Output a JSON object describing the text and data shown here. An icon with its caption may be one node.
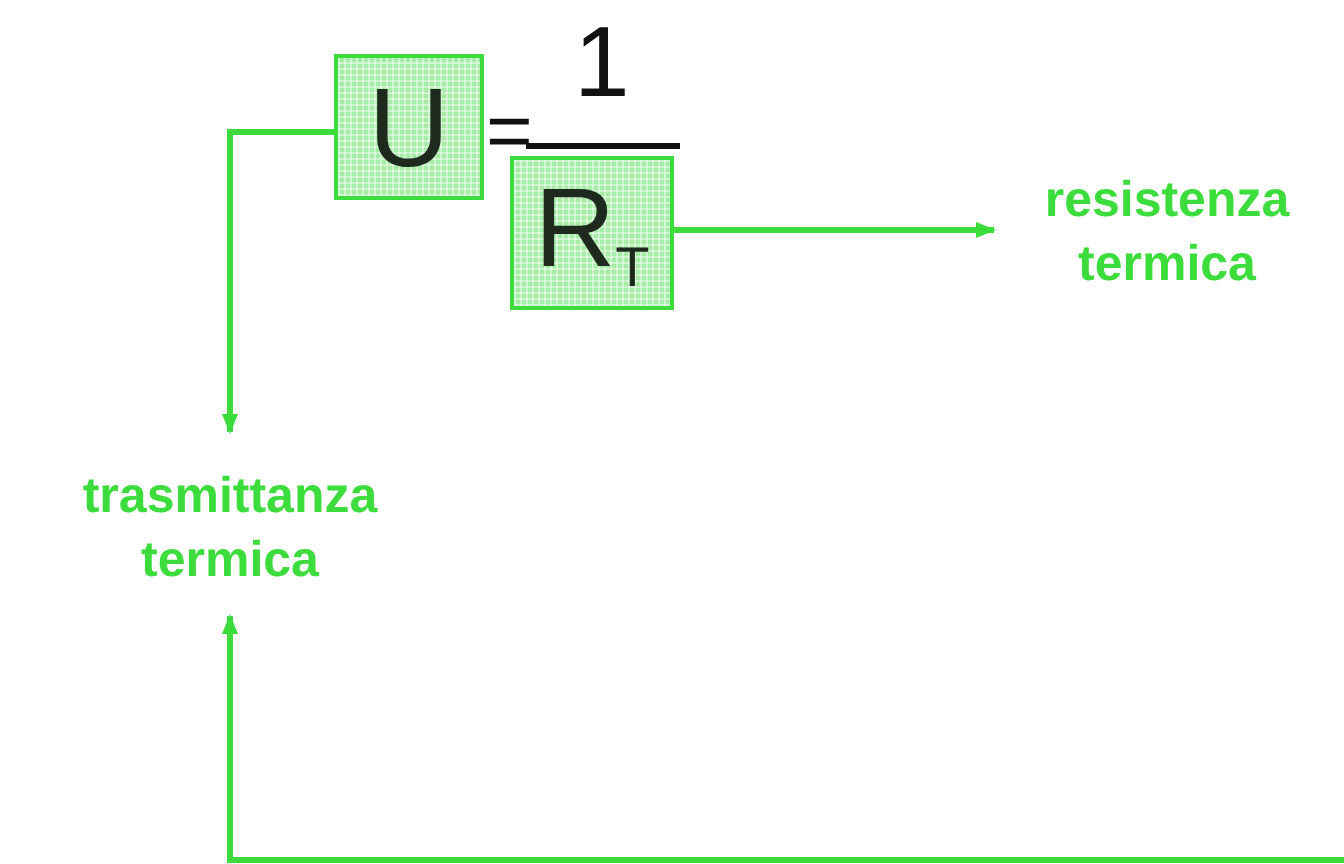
{
  "diagram": {
    "nodes": [
      {
        "text": [
          "U"
        ]
      },
      {
        "text": [
          "R$_{T}$"
        ]
      },
      {
        "text": [
          "trasmittanza termica"
        ]
      },
      {
        "text": [
          "resistenza termica"
        ]
      }
    ],
    "edges": [
      {
        "from": 0,
        "to": 2,
        "arrow": "to"
      },
      {
        "from": 1,
        "to": 3,
        "arrow": "to"
      },
      {
        "from": null,
        "to": 2,
        "arrow": "to"
      }
    ],
    "labels": [
      "=",
      "1"
    ]
  }
}
